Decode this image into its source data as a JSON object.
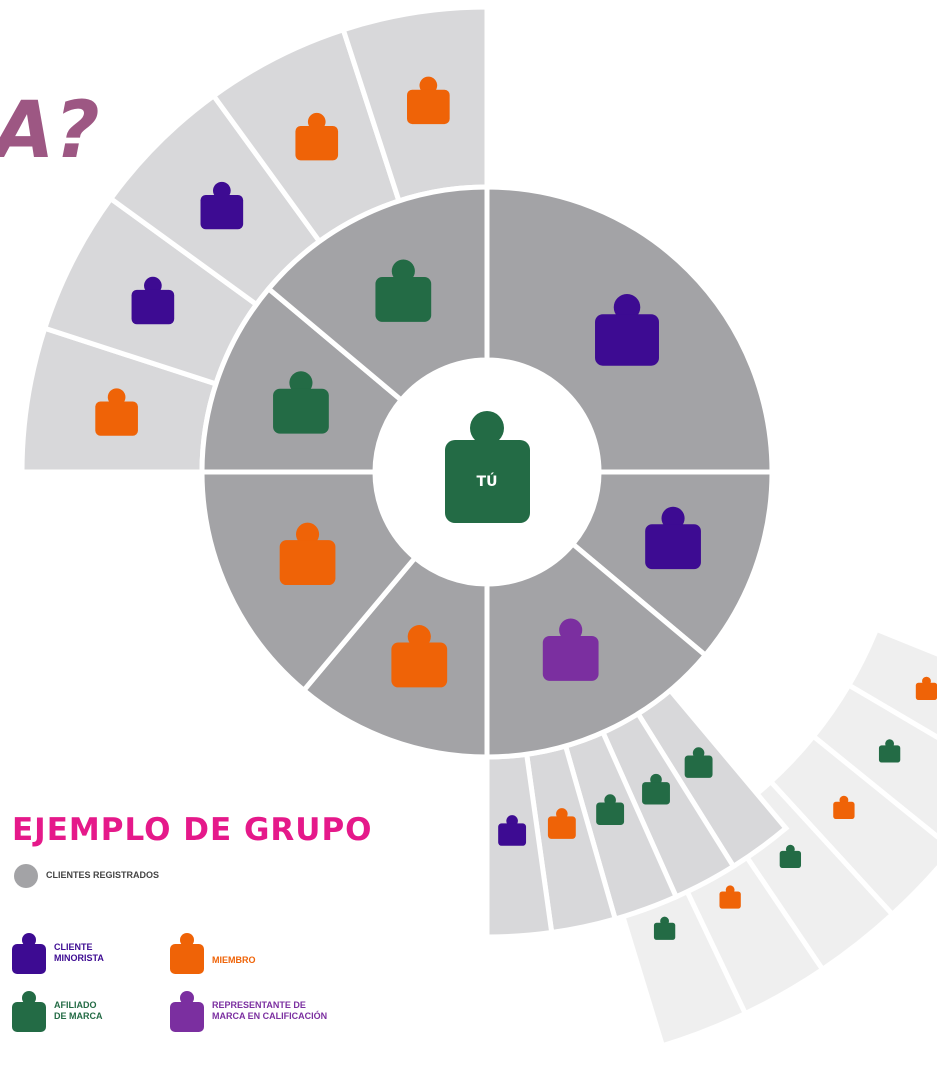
{
  "headline": "A?",
  "center_label": "TÚ",
  "legend": {
    "title": "EJEMPLO DE GRUPO",
    "registered_clients": "CLIENTES REGISTRADOS",
    "retail_customer": [
      "CLIENTE",
      "MINORISTA"
    ],
    "member": "MIEMBRO",
    "brand_affiliate": [
      "AFILIADO",
      "DE MARCA"
    ],
    "qualifying_representative": [
      "REPRESENTANTE DE",
      "MARCA EN CALIFICACIÓN"
    ]
  },
  "colors": {
    "retail": "#3d0b92",
    "member": "#ef6307",
    "affiliate": "#236b45",
    "qualifying": "#7b2fa0",
    "inner_ring": "#a3a3a6",
    "outer_ring": "#d8d8da",
    "far_ring": "#efefef",
    "headline": "#9d5783",
    "legend_title": "#e5198a"
  },
  "diagram": {
    "center": {
      "role": "affiliate",
      "label": "TÚ"
    },
    "inner_ring": [
      "retail",
      "retail",
      "qualifying",
      "member",
      "member",
      "affiliate",
      "affiliate"
    ],
    "upper_outer_ring": [
      "member",
      "retail",
      "retail",
      "member",
      "member"
    ],
    "lower_outer_ring": [
      "retail",
      "member",
      "affiliate",
      "affiliate",
      "affiliate"
    ],
    "lower_far_ring": [
      "affiliate",
      "member",
      "affiliate",
      "member",
      "affiliate",
      "member"
    ]
  }
}
